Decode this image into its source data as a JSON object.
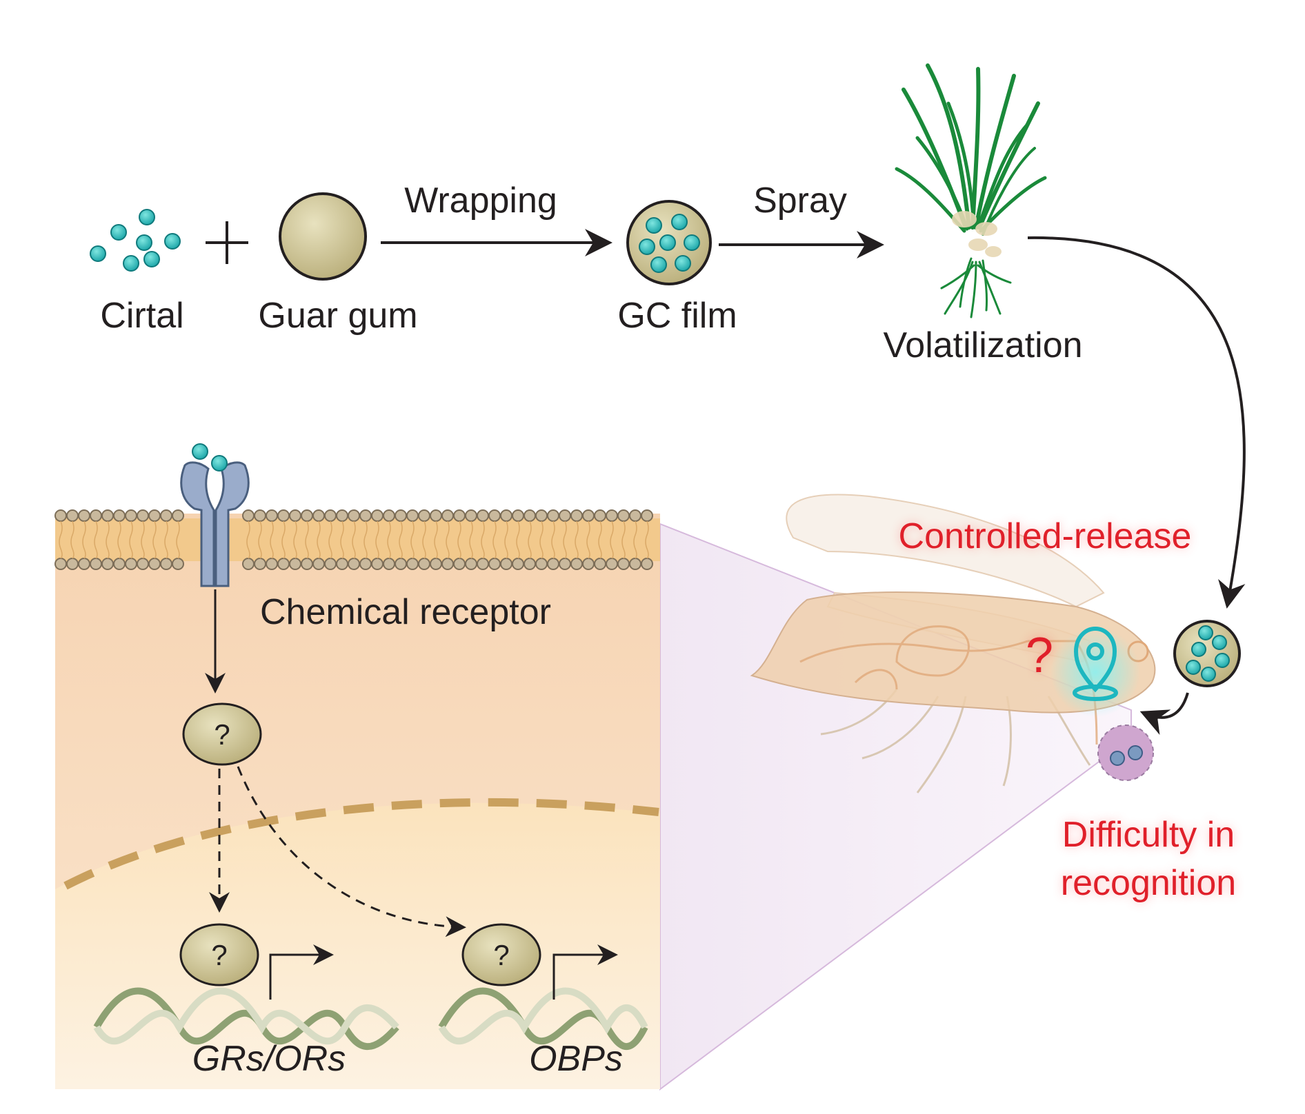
{
  "process": {
    "cirtal_label": "Cirtal",
    "plus_sign": "+",
    "guar_gum_label": "Guar gum",
    "wrapping_label": "Wrapping",
    "gc_film_label": "GC film",
    "spray_label": "Spray",
    "volatilization_label": "Volatilization"
  },
  "cell": {
    "receptor_label": "Chemical receptor",
    "question_mark": "?",
    "gene_left": "GRs/ORs",
    "gene_right": "OBPs"
  },
  "insect": {
    "controlled_release_label": "Controlled-release",
    "difficulty_line1": "Difficulty in",
    "difficulty_line2": "recognition",
    "question_mark": "?"
  },
  "colors": {
    "teal": "#1fb5b3",
    "gum": "#cdc49a",
    "red_text": "#e0202a",
    "membrane": "#e8c48a",
    "cell_bg": "#f8d8b8",
    "grass": "#1a8a3a"
  }
}
